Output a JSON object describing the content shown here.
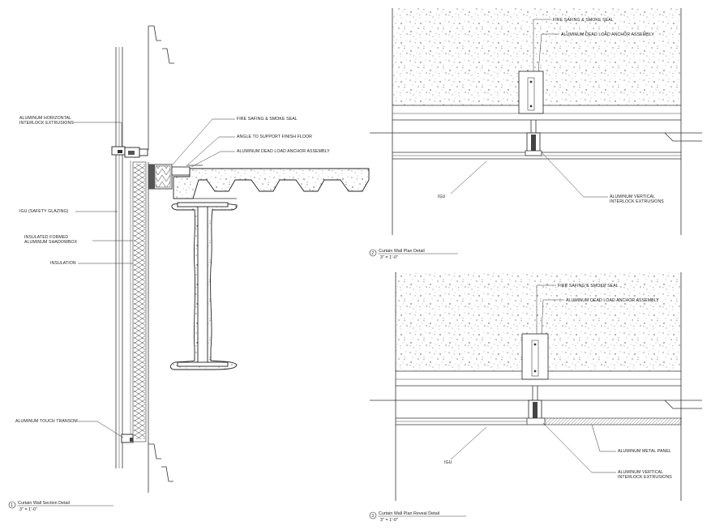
{
  "details": [
    {
      "number": "1",
      "title": "Curtain Wall Section Detail",
      "scale": "3\" = 1'-0\"",
      "labels": {
        "horizontal_extrusions_1": "ALUMINUM HORIZONTAL",
        "horizontal_extrusions_2": "INTERLOCK EXTRUSIONS",
        "fire_safing": "FIRE SAFING & SMOKE SEAL",
        "angle": "ANGLE TO SUPPORT FINISH FLOOR",
        "anchor": "ALUMINUM DEAD LOAD ANCHOR ASSEMBLY",
        "igu": "IGU (SAFETY GLAZING)",
        "shadowbox_1": "INSULATED FORMED",
        "shadowbox_2": "ALUMINUM SHADOWBOX",
        "insulation": "INSULATION",
        "transom": "ALUMINUM TOUCH TRANSOM"
      }
    },
    {
      "number": "2",
      "title": "Curtain Wall Plan Detail",
      "scale": "3\" = 1'-0\"",
      "labels": {
        "fire_safing": "FIRE SAFING & SMOKE SEAL",
        "anchor": "ALUMINUM DEAD LOAD ANCHOR ASSEMBLY",
        "igu": "IGU",
        "vertical_1": "ALUMINUM VERTICAL",
        "vertical_2": "INTERLOCK EXTRUSIONS"
      }
    },
    {
      "number": "3",
      "title": "Curtain Wall Plan Reveal Detail",
      "scale": "3\" = 1'-0\"",
      "labels": {
        "fire_safing": "FIRE SAFING & SMOKE SEAL",
        "anchor": "ALUMINUM DEAD LOAD ANCHOR ASSEMBLY",
        "metal_panel": "ALUMINUM METAL PANEL",
        "igu": "IGU",
        "vertical_1": "ALUMINUM VERTICAL",
        "vertical_2": "INTERLOCK EXTRUSIONS"
      }
    }
  ]
}
